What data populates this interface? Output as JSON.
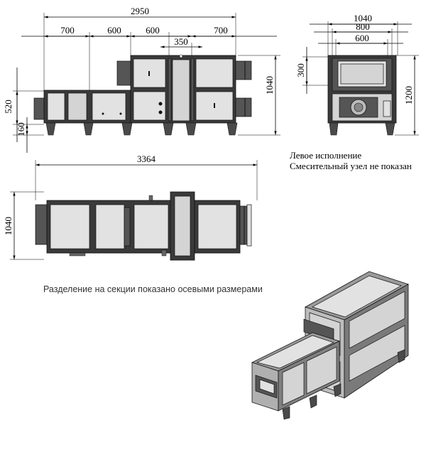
{
  "front_view": {
    "overall_width": "2950",
    "sections": [
      "700",
      "600",
      "600",
      "700"
    ],
    "upper_offset": "350",
    "lower_height": "520",
    "leg_height": "160",
    "total_height": "1040"
  },
  "side_view": {
    "outer_width": "1040",
    "frame_width": "800",
    "inner_width": "600",
    "opening_height": "300",
    "total_height": "1200"
  },
  "notes": {
    "line1": "Левое исполнение",
    "line2": "Смесительный узел не показан"
  },
  "plan_view": {
    "overall_length": "3364",
    "width": "1040"
  },
  "caption": "Разделение на секции показано осевыми размерами"
}
